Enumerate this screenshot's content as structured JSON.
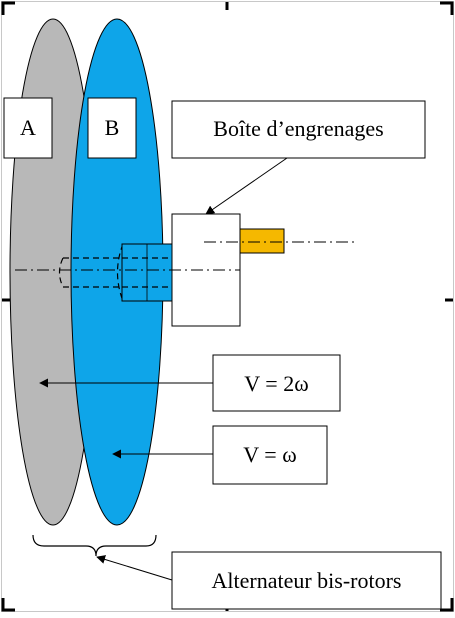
{
  "labels": {
    "rotor_a": "A",
    "rotor_b": "B",
    "gearbox": "Boîte d’engrenages",
    "speed_a": "V = 2ω",
    "speed_b": "V = ω",
    "alternator": "Alternateur bis-rotors"
  },
  "colors": {
    "rotor_a_fill": "#b8b8b8",
    "rotor_b_fill": "#0ea5e9",
    "shaft_b_fill": "#0ea5e9",
    "output_shaft_fill": "#f5b800",
    "frame_corners": "#000000",
    "border": "#c8c8c8"
  }
}
